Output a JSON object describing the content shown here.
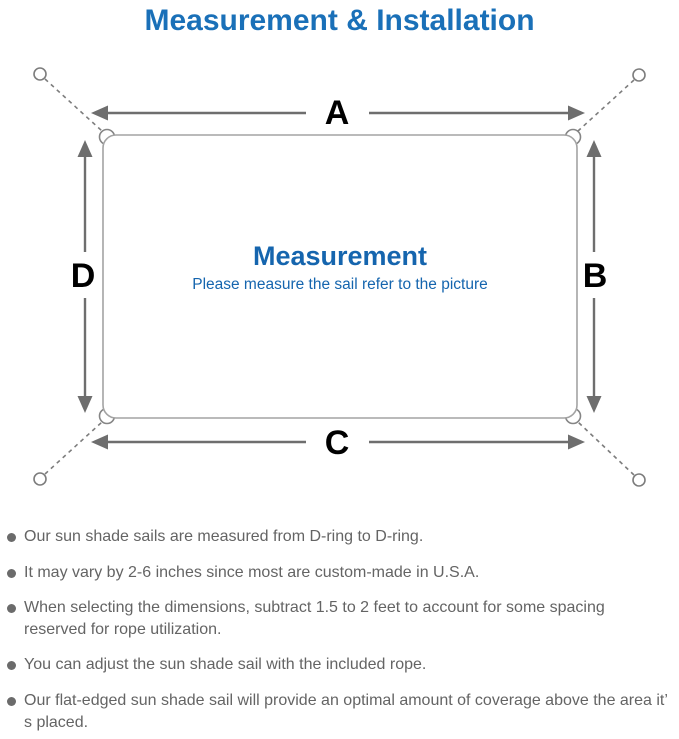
{
  "title": "Measurement & Installation",
  "diagram": {
    "labels": {
      "top": "A",
      "right": "B",
      "bottom": "C",
      "left": "D"
    },
    "center_title": "Measurement",
    "center_subtitle": "Please measure the sail refer to the picture"
  },
  "notes": [
    {
      "text": "Our sun shade sails are measured from D-ring to D-ring."
    },
    {
      "text": "It may vary by 2-6 inches since most are custom-made in U.S.A."
    },
    {
      "text": "When selecting the dimensions, subtract 1.5 to 2 feet to account for some spacing reserved for rope utilization."
    },
    {
      "text": "You can adjust the sun shade sail with the included rope."
    },
    {
      "text": "Our flat-edged sun shade sail will provide an optimal amount of coverage above the area it’ s placed."
    }
  ],
  "colors": {
    "title_blue": "#1a70b8",
    "center_blue": "#1565ae",
    "sail_outline_gray": "#a3a3a3",
    "arrow_gray": "#6e6e6e",
    "note_text_gray": "#646464",
    "label_black": "#000000"
  }
}
